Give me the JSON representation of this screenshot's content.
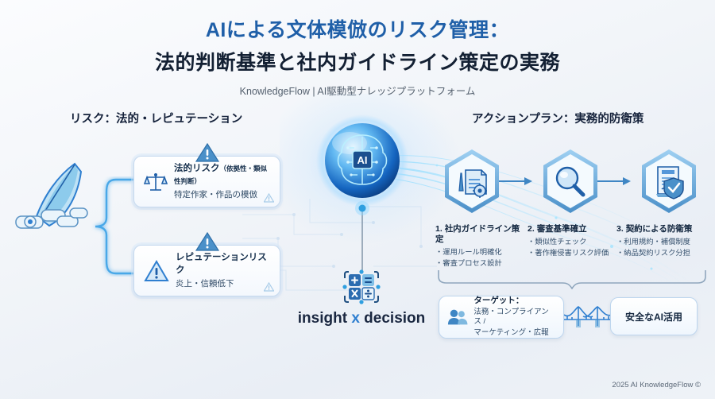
{
  "header": {
    "title_line1": "AIによる文体模倣のリスク管理：",
    "title_line2": "法的判断基準と社内ガイドライン策定の実務",
    "subtitle": "KnowledgeFlow | AI駆動型ナレッジプラットフォーム",
    "title_accent_color": "#1f5fa8"
  },
  "sections": {
    "left_heading": "リスク：法的・レピュテーション",
    "right_heading": "アクションプラン：実務的防衛策"
  },
  "risk_cards": [
    {
      "icon": "balance-scale-icon",
      "title": "法的リスク",
      "title_sub": "（依拠性・類似性判断）",
      "subtitle": "特定作家・作品の模倣",
      "warning_icon": "warning-triangle-icon"
    },
    {
      "icon": "warning-triangle-icon",
      "title": "レピュテーションリスク",
      "title_sub": "",
      "subtitle": "炎上・信頼低下",
      "warning_icon": "warning-triangle-icon"
    }
  ],
  "center": {
    "sphere_label": "AI",
    "sphere_icon": "ai-brain-circuit-icon",
    "calc_icon": "calculator-operators-icon",
    "tagline_before": "insight ",
    "tagline_x": "x",
    "tagline_after": " decision"
  },
  "flow": {
    "hex_icons": [
      "document-gear-icon",
      "magnifier-icon",
      "contract-shield-icon"
    ],
    "steps": [
      {
        "number": "1.",
        "title": "社内ガイドライン策定",
        "bullets": [
          "・運用ルール明確化",
          "・審査プロセス設計"
        ]
      },
      {
        "number": "2.",
        "title": "審査基準確立",
        "bullets": [
          "・類似性チェック",
          "・著作権侵害リスク評価"
        ]
      },
      {
        "number": "3.",
        "title": "契約による防衛策",
        "bullets": [
          "・利用規約・補償制度",
          "・納品契約リスク分担"
        ]
      }
    ]
  },
  "bottom": {
    "target_icon": "users-group-icon",
    "target_title": "ターゲット：",
    "target_line1": "法務・コンプライアンス /",
    "target_line2": "マーケティング・広報",
    "bridge_icon": "suspension-bridge-icon",
    "safe_label": "安全なAI活用"
  },
  "footer": {
    "copyright": "2025 AI KnowledgeFlow ©"
  },
  "colors": {
    "accent_blue": "#1f5fa8",
    "icon_blue": "#2f7fd0",
    "glow_cyan": "#79d4ff",
    "text_dark": "#132033"
  }
}
